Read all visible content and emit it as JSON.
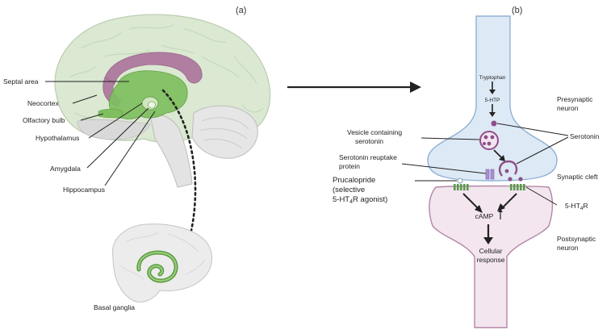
{
  "panels": {
    "left": "(a)",
    "right": "(b)"
  },
  "brain_labels": {
    "septal_area": "Septal area",
    "neocortex": "Neocortex",
    "olfactory_bulb": "Olfactory bulb",
    "hypothalamus": "Hypothalamus",
    "amygdala": "Amygdala",
    "hippocampus": "Hippocampus",
    "basal_ganglia": "Basal ganglia"
  },
  "synapse_labels": {
    "tryptophan": "Tryptophan",
    "five_htp": "5-HTP",
    "presynaptic_line1": "Presynaptic",
    "presynaptic_line2": "neuron",
    "vesicle_line1": "Vesicle containing",
    "vesicle_line2": "serotonin",
    "serotonin": "Serotonin",
    "reuptake_line1": "Serotonin reuptake",
    "reuptake_line2": "protein",
    "synaptic_cleft": "Synaptic cleft",
    "prucalopride_line1": "Prucalopride",
    "prucalopride_line2": "(selective",
    "prucalopride_line3_a": "5-HT",
    "prucalopride_line3_sub": "4",
    "prucalopride_line3_b": "R agonist)",
    "receptor_a": "5-HT",
    "receptor_sub": "4",
    "receptor_b": "R",
    "camp": "cAMP",
    "cellular_line1": "Cellular",
    "cellular_line2": "response",
    "postsynaptic_line1": "Postsynaptic",
    "postsynaptic_line2": "neuron"
  },
  "colors": {
    "brain_cortex": "#dbe8d2",
    "limbic_green": "#7fbf5f",
    "limbic_pink": "#b07ea0",
    "presynaptic_fill": "#dde9f5",
    "presynaptic_stroke": "#8fb2d6",
    "postsynaptic_fill": "#f3e6ef",
    "postsynaptic_stroke": "#b486a8",
    "serotonin_purple": "#8e4f8a",
    "receptor_green": "#5a9a4a"
  }
}
